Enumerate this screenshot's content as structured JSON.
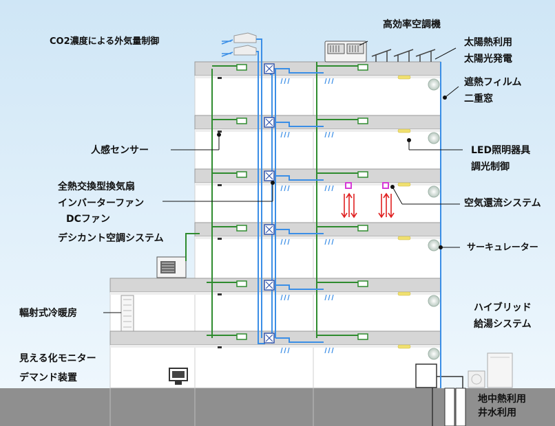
{
  "labels": {
    "co2": "CO2濃度による外気量制御",
    "hvac": "高効率空調機",
    "solar_heat": "太陽熱利用",
    "solar_pv": "太陽光発電",
    "film": "遮熱フィルム",
    "double_window": "二重窓",
    "motion_sensor": "人感センサー",
    "led": "LED照明器具",
    "dimming": "調光制御",
    "erv": "全熱交換型換気扇",
    "inverter_fan": "インバーターファン",
    "dc_fan": "DCファン",
    "return_air": "空気還流システム",
    "desiccant": "デシカント空調システム",
    "circulator": "サーキュレーター",
    "radiant": "輻射式冷暖房",
    "hybrid": "ハイブリッド",
    "water_heater": "給湯システム",
    "monitor": "見える化モニター",
    "demand": "デマンド装置",
    "geothermal": "地中熱利用",
    "well_water": "井水利用"
  },
  "colors": {
    "sky": "#d9ecf8",
    "ground": "#8e8e8e",
    "slab": "#d6d6d6",
    "green_pipe": "#2e8b2e",
    "blue_duct": "#3a8ee6",
    "airflow": "#e02020",
    "accent_pink": "#d63ad6",
    "light": "#f0e070"
  },
  "icons": [
    "outdoor-unit-icon",
    "ventilator-icon",
    "solar-panel-icon",
    "air-outlet-icon",
    "led-light-icon",
    "circulator-fan-icon",
    "sensor-icon",
    "desiccant-unit-icon",
    "radiant-panel-icon",
    "monitor-icon",
    "water-heater-icon"
  ]
}
